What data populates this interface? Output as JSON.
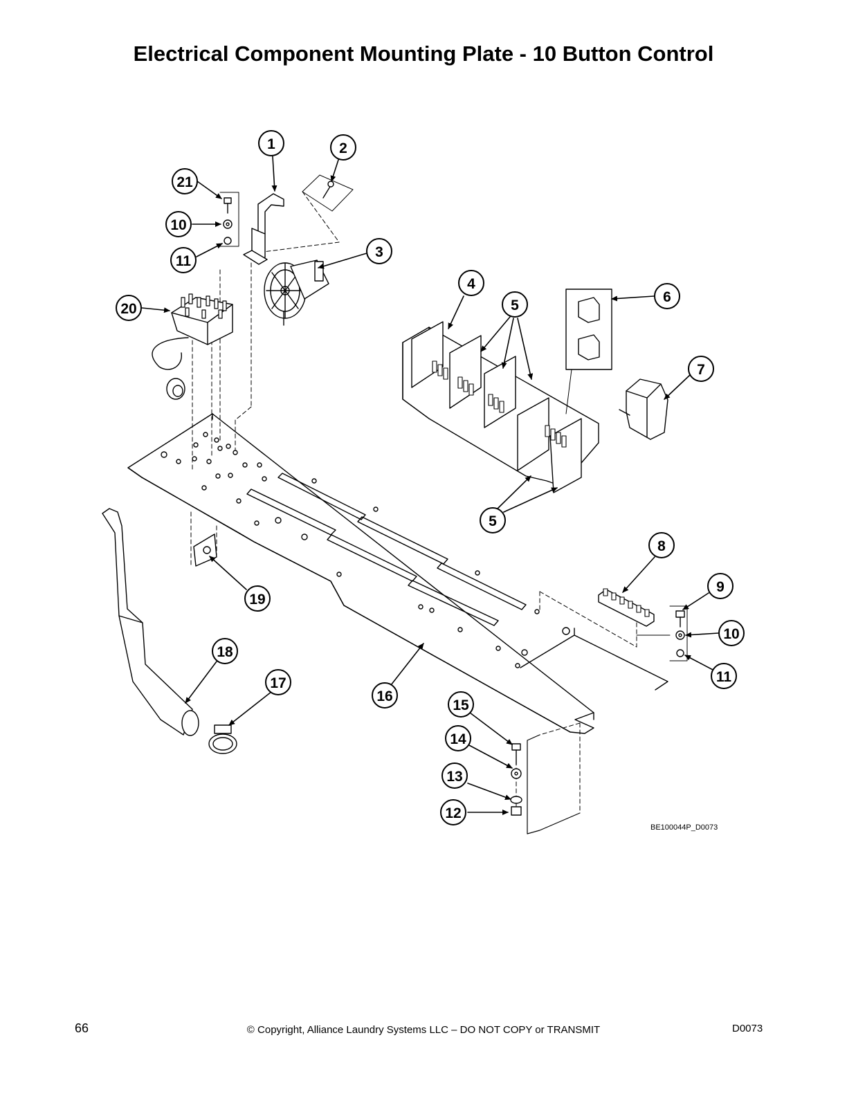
{
  "title": "Electrical Component Mounting Plate - 10 Button Control",
  "drawing_code": "BE100044P_D0073",
  "footer": {
    "page_number": "66",
    "copyright": "© Copyright, Alliance Laundry Systems LLC – DO NOT COPY or TRANSMIT",
    "doc_code": "D0073"
  },
  "callouts": [
    "1",
    "2",
    "21",
    "10",
    "11",
    "3",
    "20",
    "4",
    "5",
    "6",
    "7",
    "5",
    "8",
    "9",
    "10",
    "11",
    "19",
    "18",
    "17",
    "16",
    "15",
    "14",
    "13",
    "12"
  ]
}
